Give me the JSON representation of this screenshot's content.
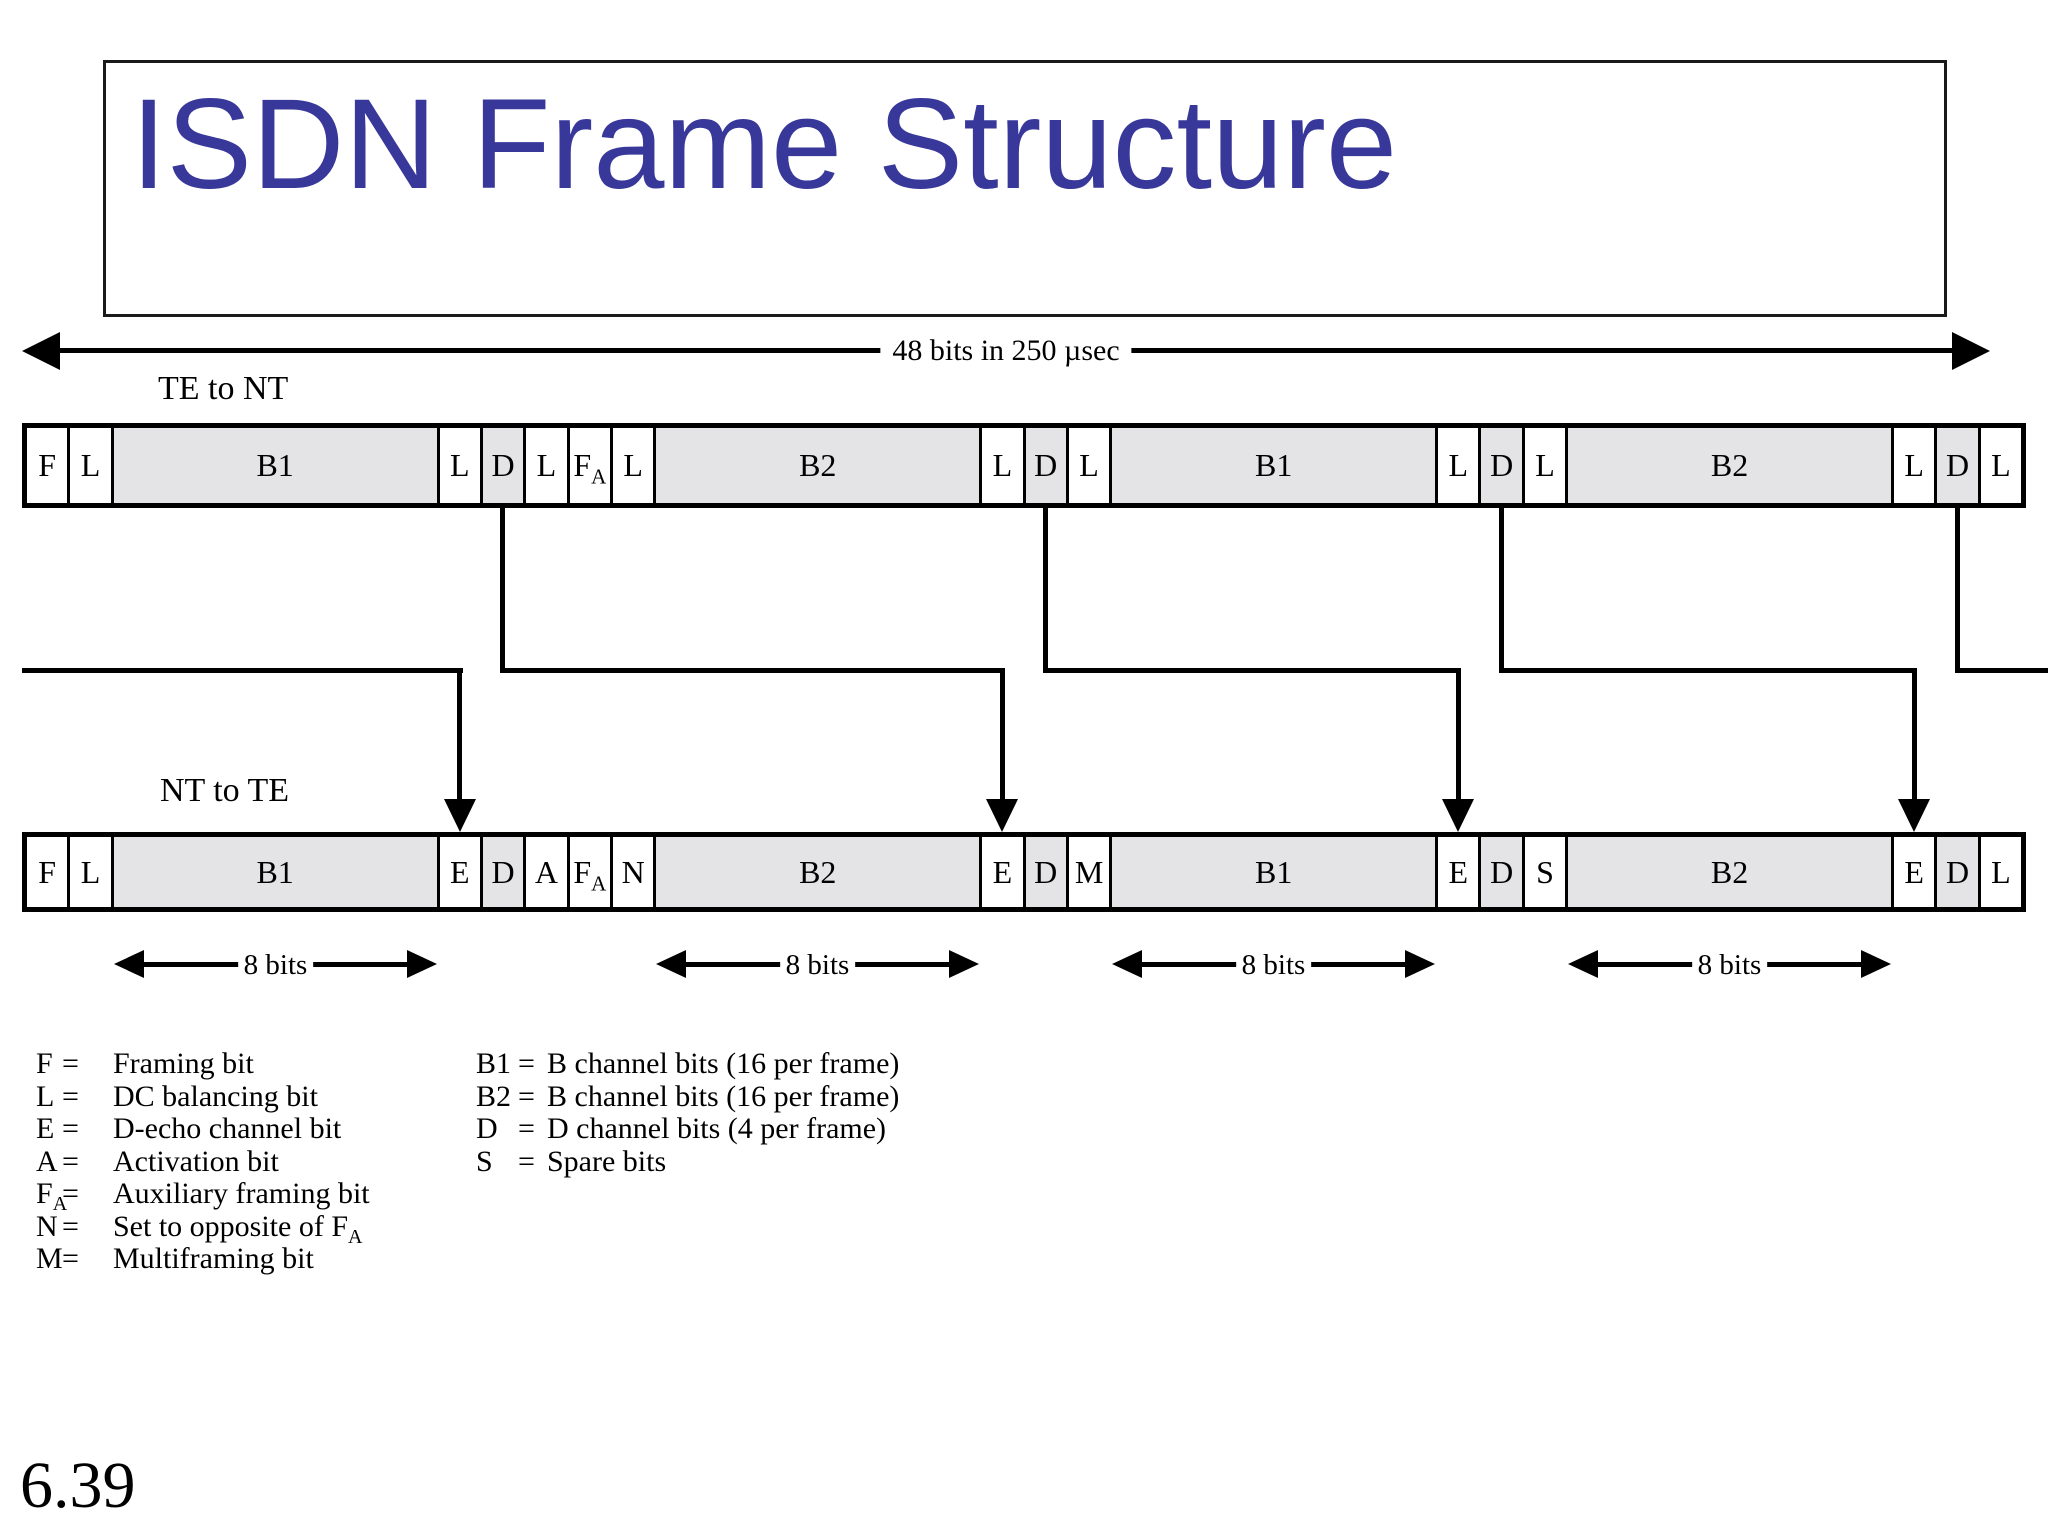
{
  "slide": {
    "title": "ISDN Frame Structure",
    "page_number": "6.39",
    "title_color": "#38389a",
    "shaded_cell_color": "#e4e4e6",
    "line_color": "#000000"
  },
  "top_arrow": {
    "label": "48 bits in 250 µsec"
  },
  "bit_arrows": {
    "label": "8 bits",
    "count": 4
  },
  "frames": {
    "te_to_nt": {
      "label": "TE to NT",
      "cells": [
        {
          "t": "F",
          "bits": 1,
          "shaded": false
        },
        {
          "t": "L",
          "bits": 1,
          "shaded": false
        },
        {
          "t": "B1",
          "bits": 8,
          "shaded": true
        },
        {
          "t": "L",
          "bits": 1,
          "shaded": false
        },
        {
          "t": "D",
          "bits": 1,
          "shaded": true
        },
        {
          "t": "L",
          "bits": 1,
          "shaded": false
        },
        {
          "t": "F",
          "sub": "A",
          "bits": 1,
          "shaded": false
        },
        {
          "t": "L",
          "bits": 1,
          "shaded": false
        },
        {
          "t": "B2",
          "bits": 8,
          "shaded": true
        },
        {
          "t": "L",
          "bits": 1,
          "shaded": false
        },
        {
          "t": "D",
          "bits": 1,
          "shaded": true
        },
        {
          "t": "L",
          "bits": 1,
          "shaded": false
        },
        {
          "t": "B1",
          "bits": 8,
          "shaded": true
        },
        {
          "t": "L",
          "bits": 1,
          "shaded": false
        },
        {
          "t": "D",
          "bits": 1,
          "shaded": true
        },
        {
          "t": "L",
          "bits": 1,
          "shaded": false
        },
        {
          "t": "B2",
          "bits": 8,
          "shaded": true
        },
        {
          "t": "L",
          "bits": 1,
          "shaded": false
        },
        {
          "t": "D",
          "bits": 1,
          "shaded": true
        },
        {
          "t": "L",
          "bits": 1,
          "shaded": false
        }
      ]
    },
    "nt_to_te": {
      "label": "NT to TE",
      "cells": [
        {
          "t": "F",
          "bits": 1,
          "shaded": false
        },
        {
          "t": "L",
          "bits": 1,
          "shaded": false
        },
        {
          "t": "B1",
          "bits": 8,
          "shaded": true
        },
        {
          "t": "E",
          "bits": 1,
          "shaded": false
        },
        {
          "t": "D",
          "bits": 1,
          "shaded": true
        },
        {
          "t": "A",
          "bits": 1,
          "shaded": false
        },
        {
          "t": "F",
          "sub": "A",
          "bits": 1,
          "shaded": false
        },
        {
          "t": "N",
          "bits": 1,
          "shaded": false
        },
        {
          "t": "B2",
          "bits": 8,
          "shaded": true
        },
        {
          "t": "E",
          "bits": 1,
          "shaded": false
        },
        {
          "t": "D",
          "bits": 1,
          "shaded": true
        },
        {
          "t": "M",
          "bits": 1,
          "shaded": false
        },
        {
          "t": "B1",
          "bits": 8,
          "shaded": true
        },
        {
          "t": "E",
          "bits": 1,
          "shaded": false
        },
        {
          "t": "D",
          "bits": 1,
          "shaded": true
        },
        {
          "t": "S",
          "bits": 1,
          "shaded": false
        },
        {
          "t": "B2",
          "bits": 8,
          "shaded": true
        },
        {
          "t": "E",
          "bits": 1,
          "shaded": false
        },
        {
          "t": "D",
          "bits": 1,
          "shaded": true
        },
        {
          "t": "L",
          "bits": 1,
          "shaded": false
        }
      ]
    }
  },
  "legend": {
    "left": [
      {
        "sym": "F",
        "desc": "Framing bit"
      },
      {
        "sym": "L",
        "desc": "DC balancing bit"
      },
      {
        "sym": "E",
        "desc": "D-echo channel bit"
      },
      {
        "sym": "A",
        "desc": "Activation bit"
      },
      {
        "sym": "F",
        "sym_sub": "A",
        "desc": "Auxiliary framing bit"
      },
      {
        "sym": "N",
        "desc": "Set to opposite of F",
        "desc_sub": "A"
      },
      {
        "sym": "M",
        "desc": "Multiframing bit"
      }
    ],
    "right": [
      {
        "sym": "B1",
        "desc": "B channel bits (16 per frame)"
      },
      {
        "sym": "B2",
        "desc": "B channel bits (16 per frame)"
      },
      {
        "sym": "D",
        "desc": "D channel bits (4 per frame)"
      },
      {
        "sym": "S",
        "desc": "Spare bits"
      }
    ]
  }
}
